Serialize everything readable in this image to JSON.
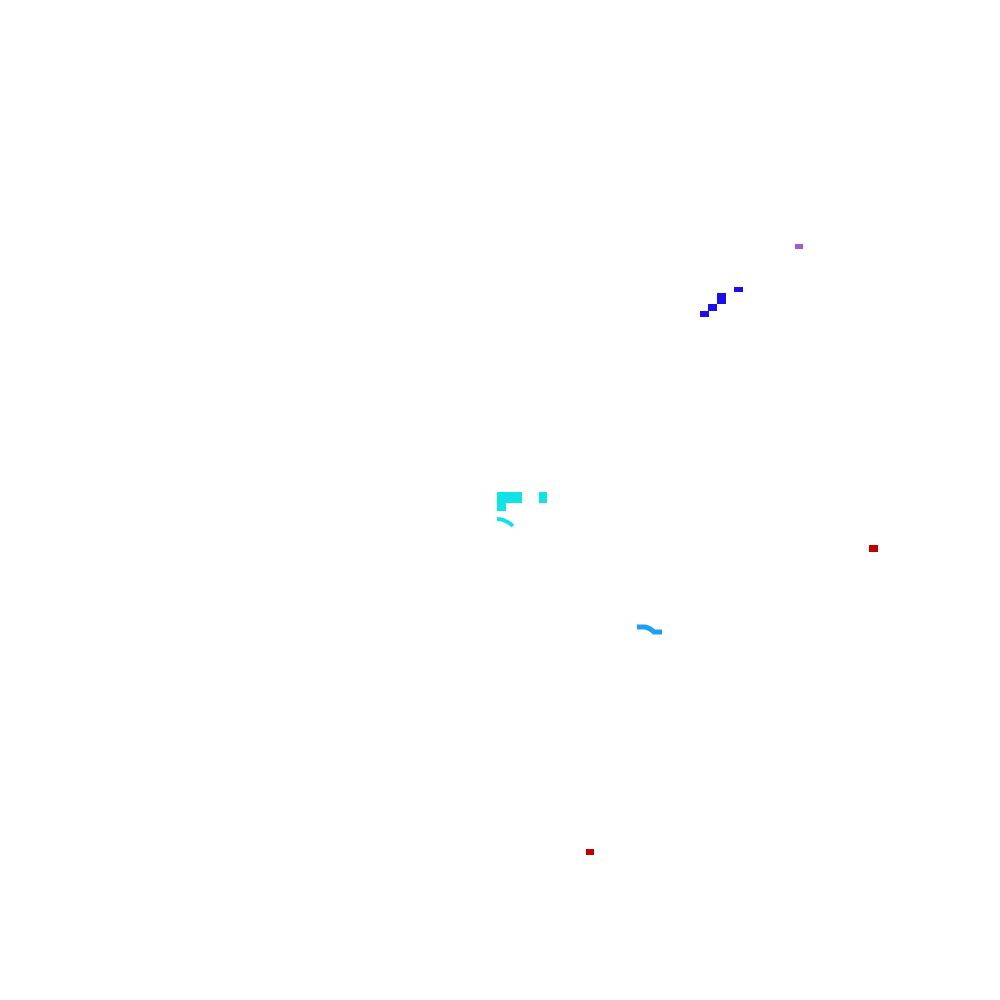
{
  "colors": {
    "background": "#ffffff",
    "purple": "#a259d9",
    "blue": "#1a0fe8",
    "cyan": "#0fe3e8",
    "sky": "#1ea0f0",
    "red": "#c00000"
  },
  "fragments": [
    {
      "name": "purple-dash-fragment",
      "color_key": "purple"
    },
    {
      "name": "blue-diagonal-fragment",
      "color_key": "blue"
    },
    {
      "name": "cyan-block-fragment",
      "color_key": "cyan"
    },
    {
      "name": "cyan-small-square-fragment",
      "color_key": "cyan"
    },
    {
      "name": "cyan-curve-fragment",
      "color_key": "cyan"
    },
    {
      "name": "sky-wave-fragment",
      "color_key": "sky"
    },
    {
      "name": "red-dot-right-fragment",
      "color_key": "red"
    },
    {
      "name": "red-dot-bottom-fragment",
      "color_key": "red"
    }
  ]
}
